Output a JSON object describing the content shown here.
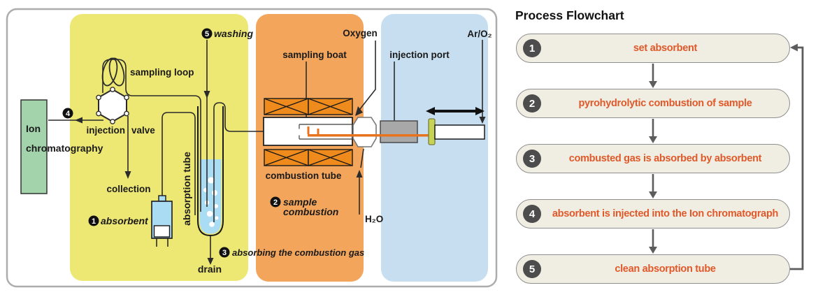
{
  "colors": {
    "region_absorbent_yellow": "#ede774",
    "region_combustion_orange": "#f3a55c",
    "region_carrier_blue": "#c7def0",
    "furnace_orange": "#ef8b1d",
    "ion_chromatography_green": "#a2d3ab",
    "liquid_blue": "#aadcf4",
    "boat_rod_orange": "#e8731f",
    "seal_green": "#c6d355",
    "injection_port_gray": "#a8a8a8",
    "pill_fill": "#f0ede2",
    "pill_border": "#8f8f8f",
    "step_number_bg": "#4d4d4d",
    "step_text_orange": "#e0592a",
    "flow_arrow_gray": "#5c5c5c"
  },
  "diagram": {
    "labels": {
      "ion_line1": "Ion",
      "ion_line2": "chromatography",
      "sampling_loop": "sampling loop",
      "injection_valve_word1": "injection",
      "injection_valve_word2": "valve",
      "collection": "collection",
      "absorbent": "absorbent",
      "absorption_tube": "absorption tube",
      "drain": "drain",
      "washing": "washing",
      "sampling_boat": "sampling boat",
      "combustion_tube": "combustion tube",
      "sample_combustion_line1": "sample",
      "sample_combustion_line2": "combustion",
      "absorbing_gas": "absorbing the combustion gas",
      "oxygen": "Oxygen",
      "injection_port": "injection port",
      "h2o": "H₂O",
      "ar_o2": "Ar/O₂"
    },
    "badges": {
      "set_absorbent": "1",
      "sample_combustion": "2",
      "absorbing_gas": "3",
      "inject_ic": "4",
      "washing": "5"
    }
  },
  "flowchart": {
    "title": "Process Flowchart",
    "steps": [
      {
        "num": "1",
        "label": "set absorbent"
      },
      {
        "num": "2",
        "label": "pyrohydrolytic combustion of sample"
      },
      {
        "num": "3",
        "label": "combusted gas is absorbed by absorbent"
      },
      {
        "num": "4",
        "label": "absorbent is injected into the Ion chromatograph"
      },
      {
        "num": "5",
        "label": "clean absorption tube"
      }
    ]
  }
}
